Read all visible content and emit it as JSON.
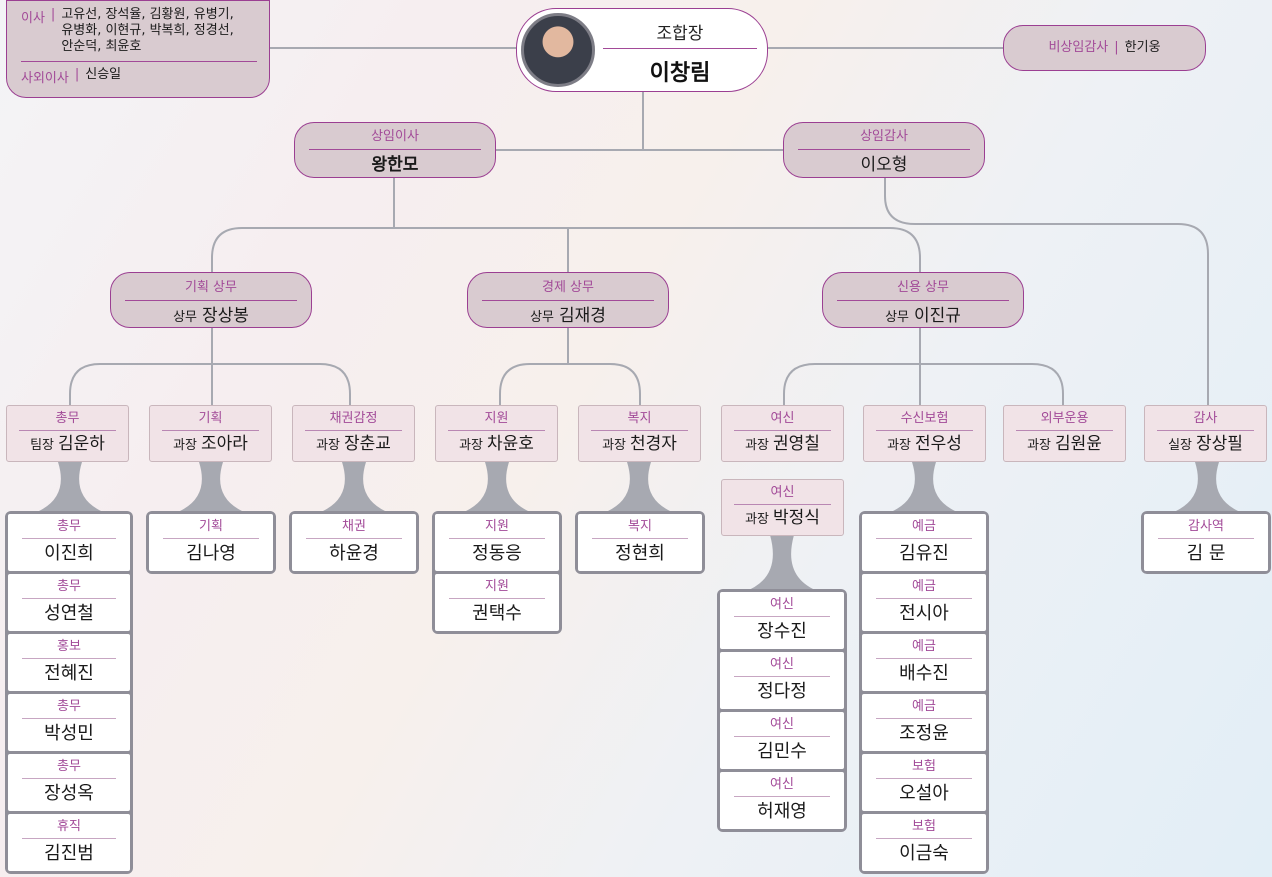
{
  "board": {
    "directors_label": "이사",
    "directors_line1": "고유선, 장석율, 김황원, 유병기,",
    "directors_line2": "유병화, 이현규, 박복희, 정경선,",
    "directors_line3": "안순덕, 최윤호",
    "outside_label": "사외이사",
    "outside_name": "신승일"
  },
  "chairman": {
    "title": "조합장",
    "name": "이창림"
  },
  "nonexec_auditor": {
    "label": "비상임감사",
    "name": "한기웅"
  },
  "standing_director": {
    "title": "상임이사",
    "name": "왕한모"
  },
  "standing_auditor": {
    "title": "상임감사",
    "name": "이오형"
  },
  "executives": [
    {
      "title": "기획 상무",
      "pos": "상무",
      "name": "장상봉"
    },
    {
      "title": "경제 상무",
      "pos": "상무",
      "name": "김재경"
    },
    {
      "title": "신용 상무",
      "pos": "상무",
      "name": "이진규"
    }
  ],
  "teams": [
    {
      "dept": "총무",
      "pos": "팀장",
      "name": "김운하"
    },
    {
      "dept": "기획",
      "pos": "과장",
      "name": "조아라"
    },
    {
      "dept": "채권감정",
      "pos": "과장",
      "name": "장춘교"
    },
    {
      "dept": "지원",
      "pos": "과장",
      "name": "차윤호"
    },
    {
      "dept": "복지",
      "pos": "과장",
      "name": "천경자"
    },
    {
      "dept": "여신",
      "pos": "과장",
      "name": "권영칠"
    },
    {
      "dept": "수신보험",
      "pos": "과장",
      "name": "전우성"
    },
    {
      "dept": "외부운용",
      "pos": "과장",
      "name": "김원윤"
    },
    {
      "dept": "감사",
      "pos": "실장",
      "name": "장상필"
    },
    {
      "dept": "여신",
      "pos": "과장",
      "name": "박정식"
    }
  ],
  "staff_stacks": [
    {
      "members": [
        {
          "dept": "총무",
          "name": "이진희"
        },
        {
          "dept": "총무",
          "name": "성연철"
        },
        {
          "dept": "홍보",
          "name": "전혜진"
        },
        {
          "dept": "총무",
          "name": "박성민"
        },
        {
          "dept": "총무",
          "name": "장성옥"
        },
        {
          "dept": "휴직",
          "name": "김진범"
        }
      ]
    },
    {
      "members": [
        {
          "dept": "기획",
          "name": "김나영"
        }
      ]
    },
    {
      "members": [
        {
          "dept": "채권",
          "name": "하윤경"
        }
      ]
    },
    {
      "members": [
        {
          "dept": "지원",
          "name": "정동응"
        },
        {
          "dept": "지원",
          "name": "권택수"
        }
      ]
    },
    {
      "members": [
        {
          "dept": "복지",
          "name": "정현희"
        }
      ]
    },
    {
      "members": [
        {
          "dept": "여신",
          "name": "장수진"
        },
        {
          "dept": "여신",
          "name": "정다정"
        },
        {
          "dept": "여신",
          "name": "김민수"
        },
        {
          "dept": "여신",
          "name": "허재영"
        }
      ]
    },
    {
      "members": [
        {
          "dept": "예금",
          "name": "김유진"
        },
        {
          "dept": "예금",
          "name": "전시아"
        },
        {
          "dept": "예금",
          "name": "배수진"
        },
        {
          "dept": "예금",
          "name": "조정윤"
        },
        {
          "dept": "보험",
          "name": "오설아"
        },
        {
          "dept": "보험",
          "name": "이금숙"
        }
      ]
    },
    {
      "members": [
        {
          "dept": "감사역",
          "name": "김 문"
        }
      ]
    }
  ]
}
